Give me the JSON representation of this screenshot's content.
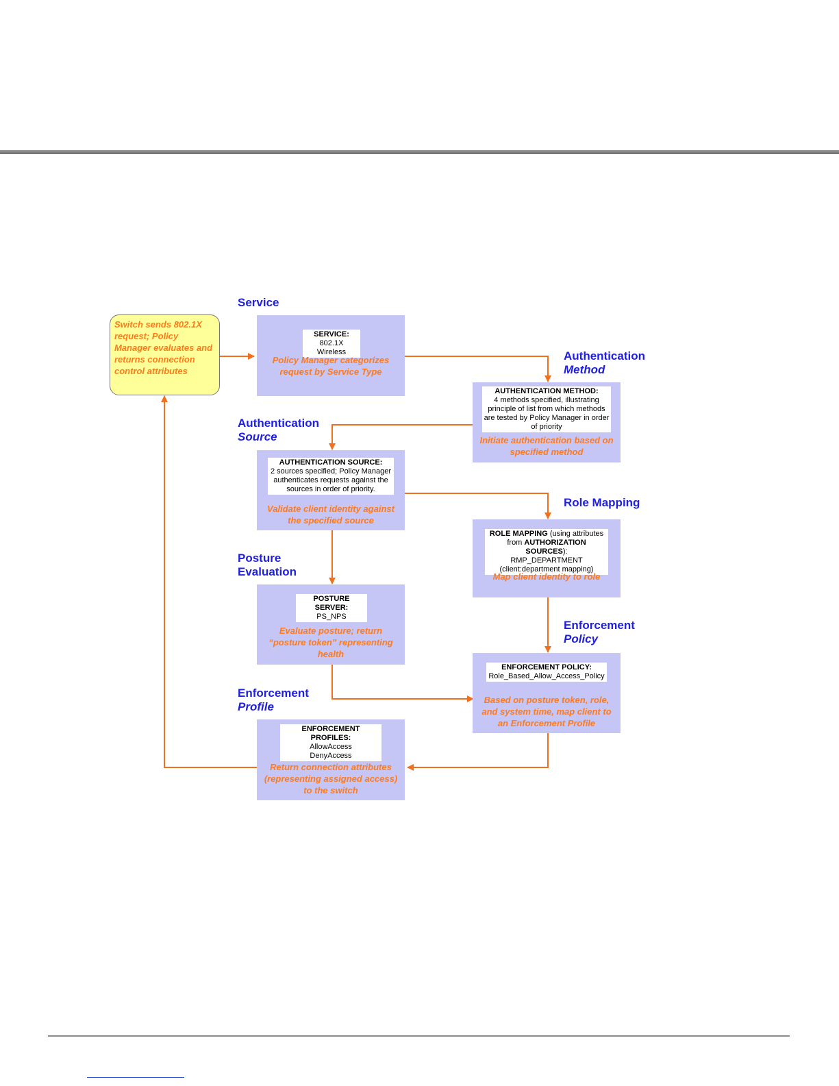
{
  "start_box": {
    "text": "Switch sends 802.1X request; Policy Manager evaluates and returns connection control attributes"
  },
  "stages": {
    "service": {
      "label1": "Service",
      "header": "SERVICE:",
      "value": "802.1X Wireless",
      "description": "Policy Manager categorizes request by Service Type"
    },
    "auth_method": {
      "label1": "Authentication",
      "label2": "Method",
      "header": "AUTHENTICATION METHOD:",
      "value": "4 methods specified, illustrating principle of list from which methods are tested by Policy Manager in order of priority",
      "description": "Initiate authentication based on specified method"
    },
    "auth_source": {
      "label1": "Authentication",
      "label2": "Source",
      "header": "AUTHENTICATION SOURCE:",
      "value": "2 sources specified; Policy Manager authenticates requests against the sources in order of priority.",
      "description": "Validate client identity against the specified source"
    },
    "role_mapping": {
      "label1": "Role Mapping",
      "header_bold": "ROLE MAPPING",
      "header_rest1": " (using attributes from ",
      "header_bold2": "AUTHORIZATION SOURCES",
      "header_rest2": "):",
      "value1": "RMP_DEPARTMENT",
      "value2": "(client:department mapping)",
      "description": "Map client identity to role"
    },
    "posture": {
      "label1": "Posture",
      "label2": "Evaluation",
      "header": "POSTURE SERVER:",
      "value": "PS_NPS",
      "description": "Evaluate posture; return “posture token” representing health"
    },
    "enforcement_policy": {
      "label1": "Enforcement",
      "label2": "Policy",
      "header": "ENFORCEMENT POLICY:",
      "value": "Role_Based_Allow_Access_Policy",
      "description": "Based on posture token, role, and system time, map client to an Enforcement Profile"
    },
    "enforcement_profile": {
      "label1": "Enforcement",
      "label2": "Profile",
      "header": "ENFORCEMENT PROFILES:",
      "value1": "AllowAccess",
      "value2": "DenyAccess",
      "description": "Return connection attributes (representing assigned access) to the switch"
    }
  },
  "colors": {
    "box_fill": "#c6c6f6",
    "arrow": "#f07020",
    "label_blue": "#2020e0",
    "desc_orange": "#ff7a1a",
    "start_fill": "#ffff99"
  }
}
